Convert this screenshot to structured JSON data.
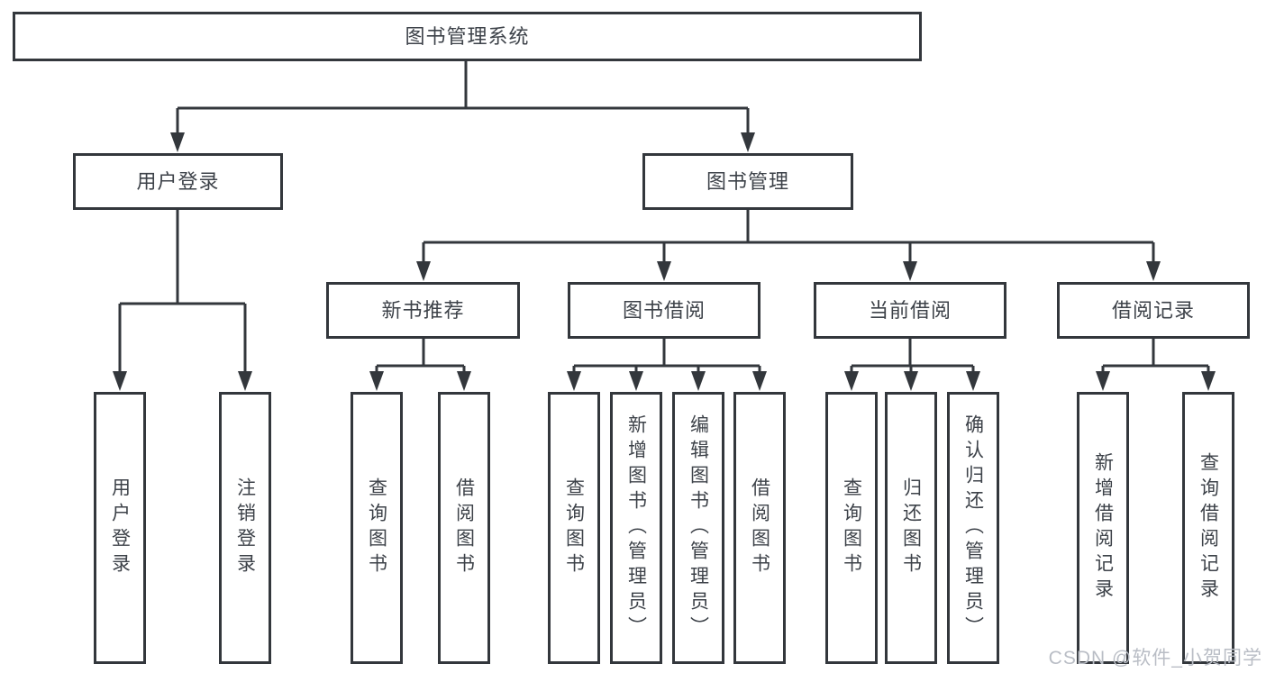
{
  "tree": {
    "root": {
      "label": "图书管理系统",
      "children": [
        {
          "label": "用户登录",
          "children": [
            {
              "label": "用户登录"
            },
            {
              "label": "注销登录"
            }
          ]
        },
        {
          "label": "图书管理",
          "children": [
            {
              "label": "新书推荐",
              "children": [
                {
                  "label": "查询图书"
                },
                {
                  "label": "借阅图书"
                }
              ]
            },
            {
              "label": "图书借阅",
              "children": [
                {
                  "label": "查询图书"
                },
                {
                  "label": "新增图书（管理员）"
                },
                {
                  "label": "编辑图书（管理员）"
                },
                {
                  "label": "借阅图书"
                }
              ]
            },
            {
              "label": "当前借阅",
              "children": [
                {
                  "label": "查询图书"
                },
                {
                  "label": "归还图书"
                },
                {
                  "label": "确认归还（管理员）"
                }
              ]
            },
            {
              "label": "借阅记录",
              "children": [
                {
                  "label": "新增借阅记录"
                },
                {
                  "label": "查询借阅记录"
                }
              ]
            }
          ]
        }
      ]
    }
  },
  "watermark": {
    "text": "CSDN @软件_小贺同学"
  },
  "colors": {
    "line": "#33373c",
    "box_border": "#33373c",
    "text": "#3d4249",
    "watermark": "#b9bdc5",
    "background": "#ffffff"
  }
}
